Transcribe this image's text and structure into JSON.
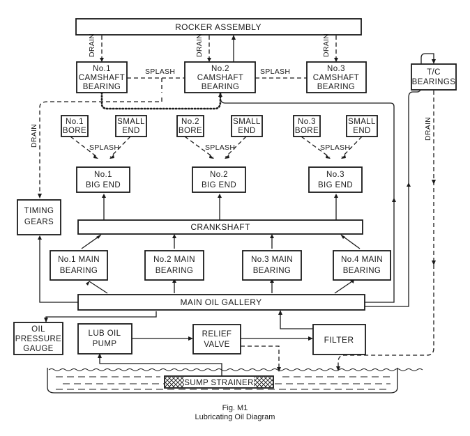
{
  "boxes": {
    "rocker_assembly": "ROCKER ASSEMBLY",
    "cam1": [
      "No.1",
      "CAMSHAFT",
      "BEARING"
    ],
    "cam2": [
      "No.2",
      "CAMSHAFT",
      "BEARING"
    ],
    "cam3": [
      "No.3",
      "CAMSHAFT",
      "BEARING"
    ],
    "tc_bearings": [
      "T/C",
      "BEARINGS"
    ],
    "bore1": [
      "No.1",
      "BORE"
    ],
    "bore2": [
      "No.2",
      "BORE"
    ],
    "bore3": [
      "No.3",
      "BORE"
    ],
    "small_end": [
      "SMALL",
      "END"
    ],
    "big1": [
      "No.1",
      "BIG END"
    ],
    "big2": [
      "No.2",
      "BIG END"
    ],
    "big3": [
      "No.3",
      "BIG END"
    ],
    "timing_gears": [
      "TIMING",
      "GEARS"
    ],
    "crankshaft": "CRANKSHAFT",
    "main1": [
      "No.1 MAIN",
      "BEARING"
    ],
    "main2": [
      "No.2 MAIN",
      "BEARING"
    ],
    "main3": [
      "No.3 MAIN",
      "BEARING"
    ],
    "main4": [
      "No.4 MAIN",
      "BEARING"
    ],
    "main_gallery": "MAIN OIL GALLERY",
    "oil_pressure_gauge": [
      "OIL",
      "PRESSURE",
      "GAUGE"
    ],
    "lub_oil_pump": [
      "LUB OIL",
      "PUMP"
    ],
    "relief_valve": [
      "RELIEF",
      "VALVE"
    ],
    "filter": "FILTER",
    "sump_strainer": "SUMP STRAINER"
  },
  "labels": {
    "drain": "DRAIN",
    "splash": "SPLASH"
  },
  "caption": {
    "fig": "Fig. M1",
    "title": "Lubricating Oil Diagram"
  }
}
